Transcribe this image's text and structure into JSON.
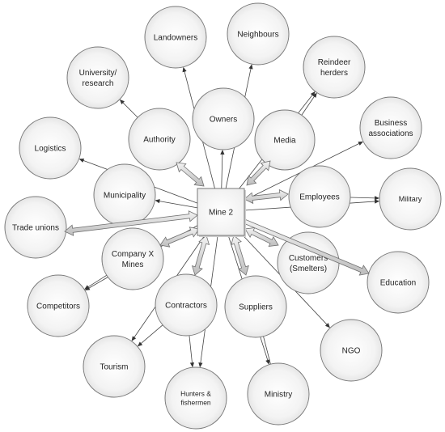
{
  "center": {
    "label": "Mine 2"
  },
  "nodes": {
    "landowners": [
      "Landowners"
    ],
    "neighbours": [
      "Neighbours"
    ],
    "university": [
      "University/",
      "research"
    ],
    "reindeer": [
      "Reindeer",
      "herders"
    ],
    "owners": [
      "Owners"
    ],
    "authority": [
      "Authority"
    ],
    "media": [
      "Media"
    ],
    "business": [
      "Business",
      "associations"
    ],
    "logistics": [
      "Logistics"
    ],
    "municipality": [
      "Municipality"
    ],
    "employees": [
      "Employees"
    ],
    "military": [
      "Military"
    ],
    "trade_unions": [
      "Trade unions"
    ],
    "company_x": [
      "Company X",
      "Mines"
    ],
    "customers": [
      "Customers",
      "(Smelters)"
    ],
    "education": [
      "Education"
    ],
    "competitors": [
      "Competitors"
    ],
    "contractors": [
      "Contractors"
    ],
    "suppliers": [
      "Suppliers"
    ],
    "ngo": [
      "NGO"
    ],
    "tourism": [
      "Tourism"
    ],
    "hunters": [
      "Hunters &",
      "fishermen"
    ],
    "ministry": [
      "Ministry"
    ]
  }
}
